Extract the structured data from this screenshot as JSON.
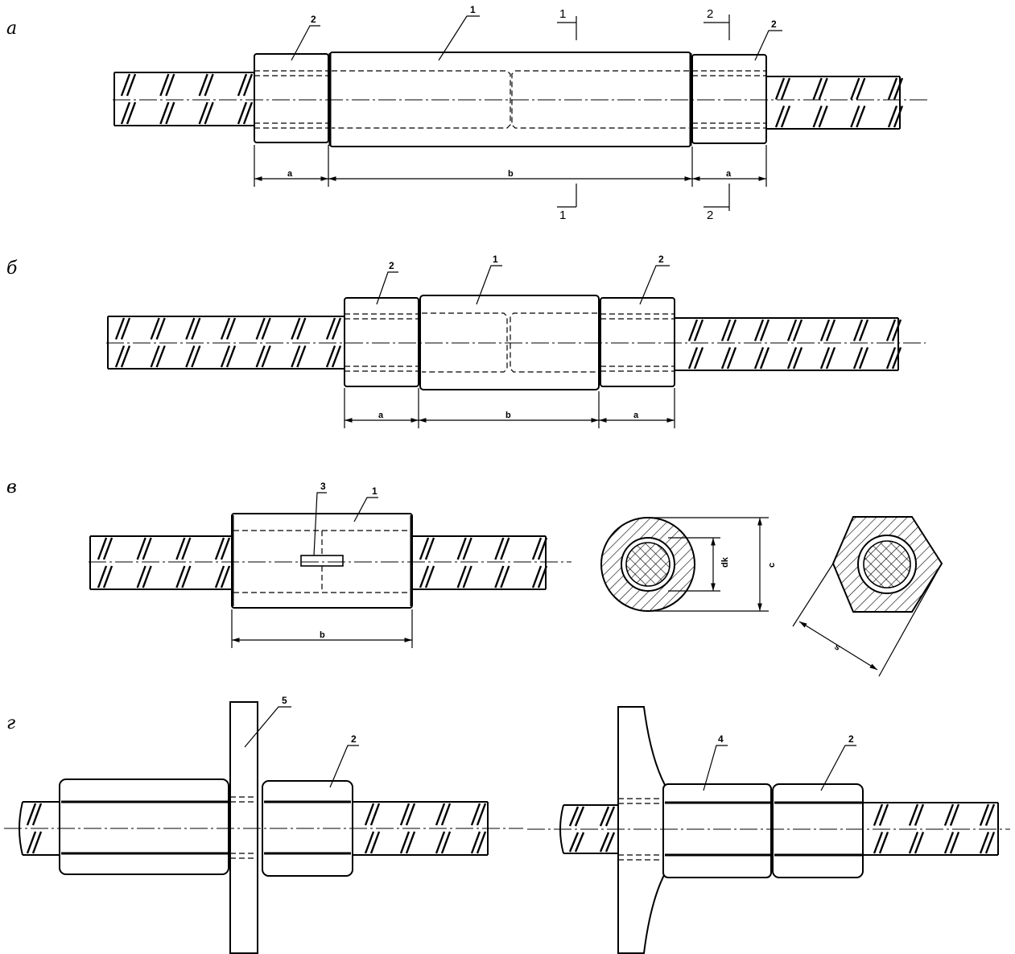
{
  "views": {
    "a": {
      "label": "а",
      "parts": [
        "2",
        "1",
        "2"
      ],
      "dims": [
        "a",
        "b",
        "a"
      ],
      "sections": [
        "1",
        "2"
      ]
    },
    "b": {
      "label": "б",
      "parts": [
        "2",
        "1",
        "2"
      ],
      "dims": [
        "a",
        "b",
        "a"
      ]
    },
    "c": {
      "label": "в",
      "parts": [
        "3",
        "1"
      ],
      "dims": [
        "b",
        "dk",
        "c",
        "s"
      ]
    },
    "d": {
      "label": "г",
      "parts": [
        "5",
        "2",
        "4",
        "2"
      ]
    }
  }
}
